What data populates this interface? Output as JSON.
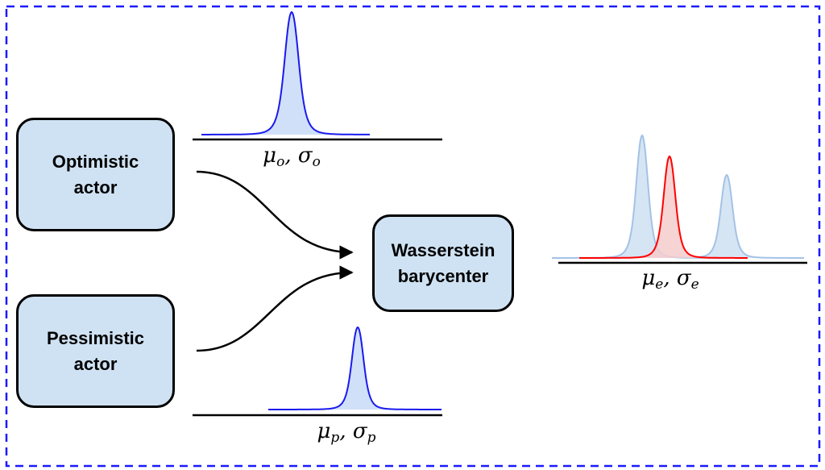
{
  "nodes": {
    "optimistic": {
      "line1": "Optimistic",
      "line2": "actor"
    },
    "pessimistic": {
      "line1": "Pessimistic",
      "line2": "actor"
    },
    "barycenter": {
      "line1": "Wasserstein",
      "line2": "barycenter"
    }
  },
  "labels": {
    "optimistic": {
      "mu": "μ",
      "mu_sub": "o",
      "sep": ", ",
      "sigma": "σ",
      "sigma_sub": "o"
    },
    "pessimistic": {
      "mu": "μ",
      "mu_sub": "p",
      "sep": ", ",
      "sigma": "σ",
      "sigma_sub": "p"
    },
    "ensemble": {
      "mu": "μ",
      "mu_sub": "e",
      "sep": ", ",
      "sigma": "σ",
      "sigma_sub": "e"
    }
  },
  "colors": {
    "frame": "#1a1aff",
    "box_fill": "#cfe2f3",
    "dist_line": "#1a1aee",
    "dist_fill": "#c9daf8",
    "faded_line": "#a4c2e6",
    "faded_fill": "#cfe0f2",
    "bary_line": "#ff0000",
    "bary_fill": "#f4cccc"
  }
}
